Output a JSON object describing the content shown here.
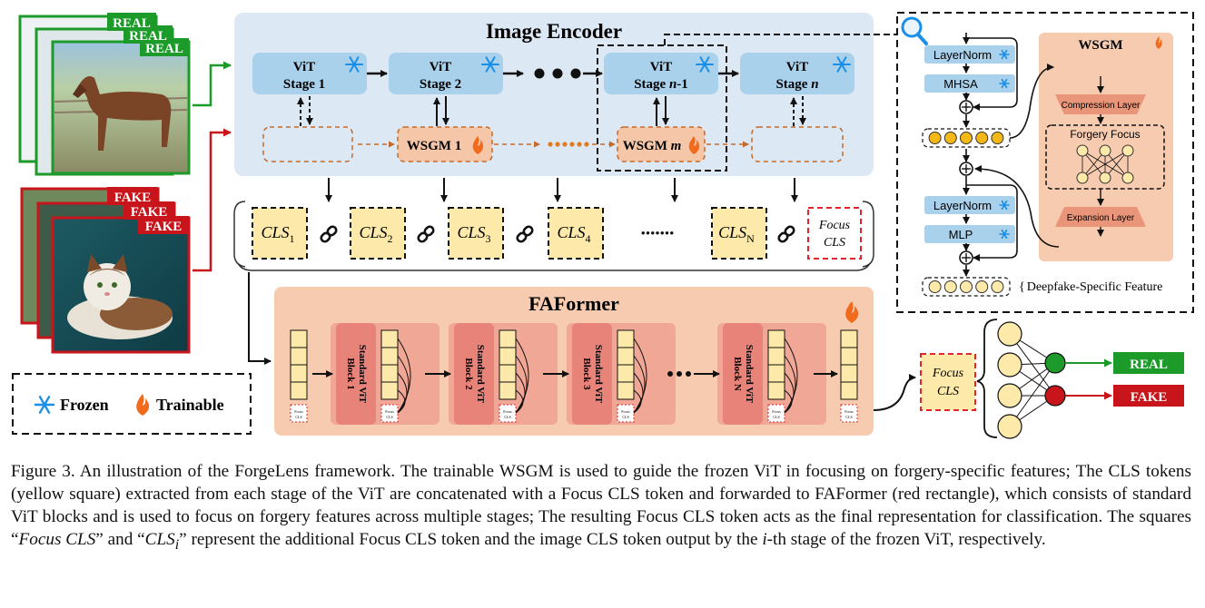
{
  "image_labels": {
    "real": "REAL",
    "fake": "FAKE"
  },
  "encoder": {
    "title": "Image Encoder",
    "stages": [
      {
        "line1": "ViT",
        "line2": "Stage 1"
      },
      {
        "line1": "ViT",
        "line2": "Stage 2"
      },
      {
        "line1": "ViT",
        "line2_pre": "Stage ",
        "line2_italic": "n",
        "line2_post": "-1"
      },
      {
        "line1": "ViT",
        "line2_pre": "Stage ",
        "line2_italic": "n"
      }
    ],
    "wsgm1": "WSGM 1",
    "wsgm_m_pre": "WSGM ",
    "wsgm_m_italic": "m"
  },
  "cls_tokens": [
    {
      "base": "CLS",
      "sub": "1"
    },
    {
      "base": "CLS",
      "sub": "2"
    },
    {
      "base": "CLS",
      "sub": "3"
    },
    {
      "base": "CLS",
      "sub": "4"
    },
    {
      "base": "CLS",
      "sub": "N"
    }
  ],
  "cls_ellipsis": "•••••••",
  "focus_cls": {
    "line1": "Focus",
    "line2": "CLS"
  },
  "faformer": {
    "title": "FAFormer",
    "blocks": [
      {
        "line1": "Standard ViT",
        "line2": "Block 1"
      },
      {
        "line1": "Standard ViT",
        "line2": "Block 2"
      },
      {
        "line1": "Standard ViT",
        "line2": "Block 3"
      },
      {
        "line1": "Standard ViT",
        "line2": "Block N"
      }
    ],
    "mini_focus": {
      "line1": "Focus",
      "line2": "CLS"
    }
  },
  "legend": {
    "frozen": "Frozen",
    "trainable": "Trainable"
  },
  "detail": {
    "layernorm": "LayerNorm",
    "mhsa": "MHSA",
    "mlp": "MLP",
    "wsgm_title": "WSGM",
    "compression": "Compression Layer",
    "forgery_focus": "Forgery Focus",
    "expansion": "Expansion Layer",
    "feature_label": "Deepfake-Specific Feature"
  },
  "outputs": {
    "real": "REAL",
    "fake": "FAKE"
  },
  "caption": {
    "p1": "Figure 3.  An illustration of the ForgeLens framework.  The trainable WSGM is used to guide the frozen ViT in focusing on forgery-specific features; The CLS tokens (yellow square) extracted from each stage of the ViT are concatenated with a Focus CLS token and forwarded to FAFormer (red rectangle), which consists of standard ViT blocks and is used to focus on forgery features across multiple stages; The resulting Focus CLS token acts as the final representation for classification. The squares “",
    "m1": "Focus CLS",
    "p2": "” and “",
    "m2": "CLS",
    "m2sub": "i",
    "p3": "” represent the additional Focus CLS token and the image CLS token output by the ",
    "m3": "i",
    "p4": "-th stage of the frozen ViT, respectively."
  },
  "colors": {
    "encoder_bg": "#dce9f5",
    "stage_fill": "#a9d1ec",
    "wsgm_fill": "#f6c6a8",
    "faformer_bg": "#f7cbb0",
    "block_fill": "#e8837a",
    "token_yellow": "#fde9a9",
    "real_green": "#1c9a2a",
    "fake_red": "#c8151b",
    "snow_blue": "#1a8fe8",
    "flame_orange": "#f26b1d"
  }
}
